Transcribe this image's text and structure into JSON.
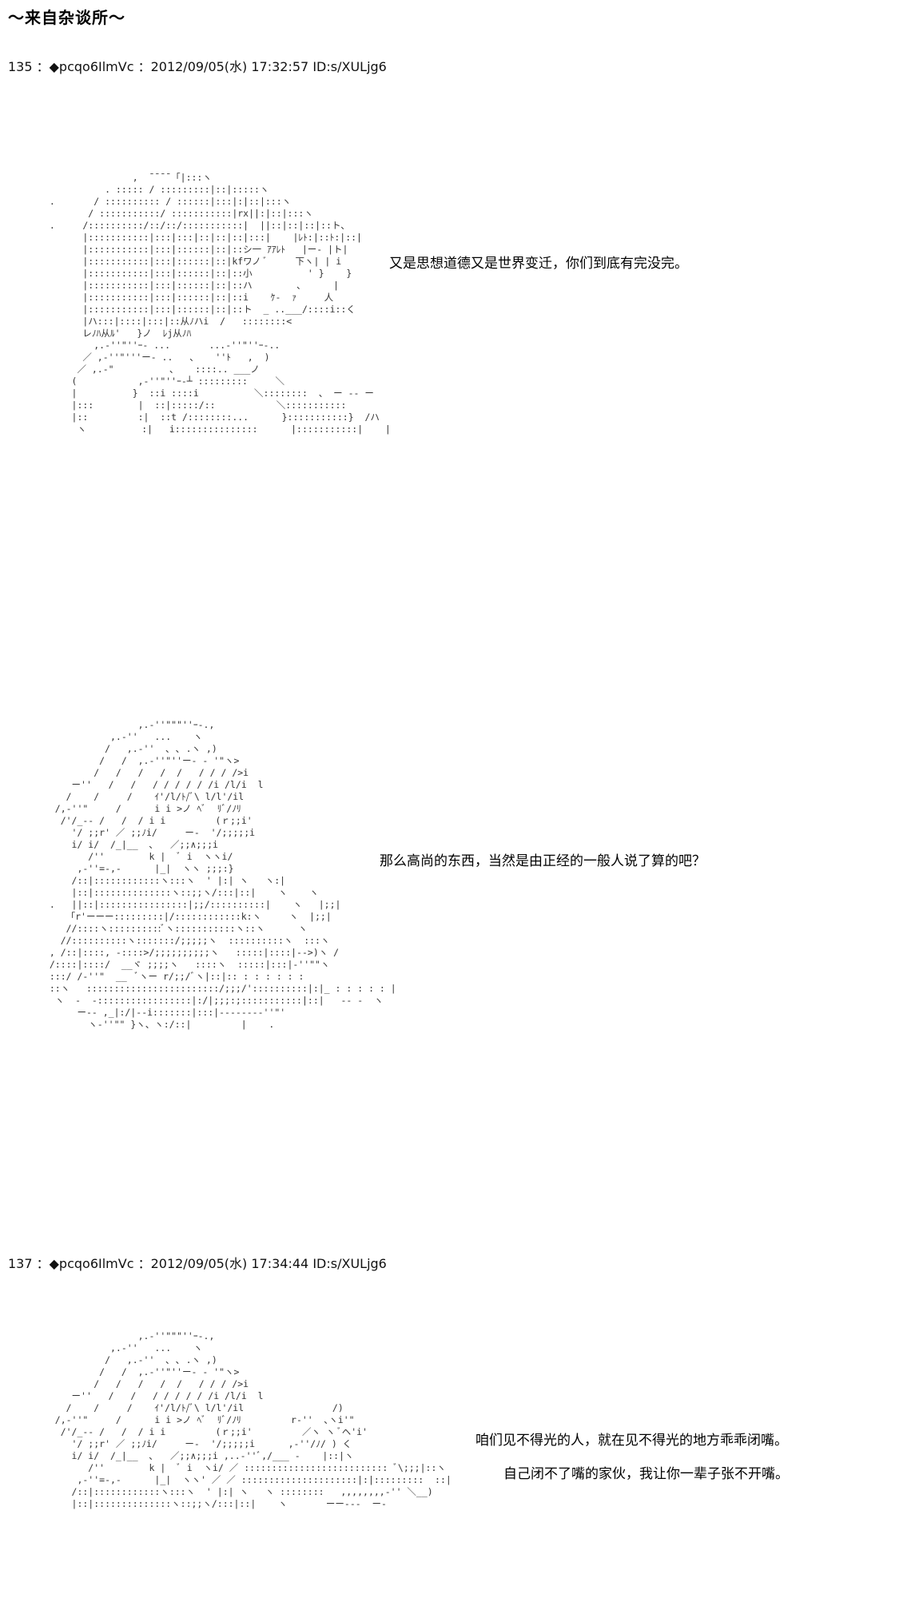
{
  "header": {
    "title": "～来自杂谈所～"
  },
  "posts": [
    {
      "header": "135 ：◆pcqo6IlmVc ：2012/09/05(水) 17:32:57 ID:s/XULjg6",
      "art": [
        "                 ,  ̄ ̄ ̄ ̄ 「|:::ヽ",
        "            . ::::: / :::::::::|::|:::::ヽ",
        "  .       / :::::::::: / ::::::|:::|:|::|:::ヽ",
        "         / :::::::::::/ :::::::::::|rx||:|::|:::ヽ",
        "  .     /::::::::::/::/::/:::::::::::|  ||::|::|::|::ト、",
        "        |:::::::::::|:::|:::|::|::|::|:::|    |ﾚﾄ:|::ﾄ:|::|",
        "        |:::::::::::|:::|::::::|::|::シ一 ｱｱﾚﾄ   |ー- |ト|",
        "        |:::::::::::|:::|::::::|::|kfワノ ﾞ     下ヽ| | i",
        "        |:::::::::::|:::|::::::|::|::小          ' }    }",
        "        |:::::::::::|:::|::::::|::|::ハ        、     |",
        "        |:::::::::::|:::|::::::|::|::i    ｹ-  ｧ     人",
        "        |:::::::::::|:::|::::::|::|::ト  _ ..___/::::i::く",
        "        |ハ:::|::::|:::|::从ﾉハi  /   ::::::::<",
        "        レﾉﾊ从ﾙ'   }ノ  ﾚj从ﾉﾊ",
        "          ,.-''\"''ｰ- ...       ...-''\"''ｰ-..",
        "        ／ ,-''\"'''ー- ..   、   ''ﾄ   ,  )",
        "       ／ ,.-\"          、   ::::.. ___ノ",
        "      (           ,-''\"''ｰ-┴ :::::::::     ＼",
        "      |          }  ::i ::::i          ＼::::::::  、 ー -- ー",
        "      |:::        |  ::|:::::/::           ＼:::::::::::",
        "      |::         :|  ::t /::::::::...      }:::::::::::}  /ハ",
        "       ヽ          :|   i:::::::::::::::      |:::::::::::|    |"
      ],
      "dialogue": "又是思想道德又是世界变迁，你们到底有完没完。"
    },
    {
      "header": "",
      "art": [
        "                  ,.-''\"\"\"''ｰ-.,",
        "             ,.-''   ...    ヽ",
        "            /   ,.-''  ､ ､ .ヽ ,)",
        "           /   /  ,.-''\"''ー- ‐ '\"ヽ>",
        "          /   /   /   /  /   / / / />i",
        "      ー''   /   /   / / / / / /i /l/i  l",
        "     /    /     /    ｲ'/l/ﾄ/ﾞ\\ l/l'/il",
        "   /,-''\"     /      i i >ノ ﾍﾞ  ﾘﾞ/ﾉﾘ",
        "    /'/_-- /   /  / i i         (ｒ;;i'",
        "      '/ ;;r' ／ ;;ﾉi/     ー-  '/;;;;;i",
        "      i/ i/  /_|__  ､   ／;;∧;;;i",
        "         /''        k |  ﾞ i  ヽヽi/",
        "       ,-''=-,-      |_|  ヽヽ ;;;:}",
        "      /::|::::::::::::ヽ:::ヽ  ' |:| ヽ   ヽ:|",
        "      |::|::::::::::::::ヽ::;;ヽ/:::|::|    ヽ    ヽ",
        "  .   ||::|::::::::::::::::|;;/::::::::::|    ヽ   |;;|",
        "     「r'ーーー:::::::::|/::::::::::::k:ヽ     ヽ  |;;|",
        "     //::::ヽ::::::::::ﾞヽ:::::::::::ヽ::ヽ      ヽ",
        "    //::::::::::ヽ:::::::/;;;;;ヽ  ::::::::::ヽ  :::ヽ",
        "  , /::|::::, -::::>/;;;;;;;;;;ヽ   :::::|::::|-->)ヽ /",
        "  /::::|::::/  __ヾ ;;;;ヽ   ::::ヽ  :::::|:::|-''\"\"ヽ",
        "  :::/ /-''\"  __  ﾞヽー r/;;/ﾞヽ|::|:: : : : : : :",
        "  ::ヽ   ::::::::::::::::::::::::/;;;/'::::::::::|:|_ : : : : : |",
        "   ヽ  -  -:::::::::::::::::|:/|;;;:;:::::::::::|::|   -- -  ヽ",
        "       ー-- ,_|:/|--i:::::::|:::|--------''\"'",
        "         ヽ-''\"\" }ヽ、ヽ:/::|         |    ."
      ],
      "dialogue": "那么高尚的东西，当然是由正经的一般人说了算的吧？"
    },
    {
      "header": "137 ：◆pcqo6IlmVc ：2012/09/05(水) 17:34:44 ID:s/XULjg6",
      "art": [
        "                  ,.-''\"\"\"''ｰ-.,",
        "             ,.-''   ...    ヽ",
        "            /   ,.-''  ､ ､ .ヽ ,)",
        "           /   /  ,.-''\"''ー- ‐ '\"ヽ>",
        "          /   /   /   /  /   / / / />i",
        "      ー''   /   /   / / / / / /i /l/i  l",
        "     /    /     /    ｲ'/l/ﾄ/ﾞ\\ l/l'/il                /)",
        "   /,-''\"     /      i i >ノ ﾍﾞ  ﾘﾞ/ﾉﾘ         r-''  ､ヽi'\"",
        "    /'/_-- /   /  / i i         (ｒ;;i'         ／ヽ ヽ ﾞヘ'i'",
        "      '/ ;;r' ／ ;;ﾉi/     ー-  '/;;;;;i      ,-''/ﾉ/ ) く",
        "      i/ i/  /_|__  ､   ／;;∧;;;i ,..-''ﾞ,/___ -    |::|ヽ",
        "         /''        k |  ﾞ i  ヽi/ ／ :::::::::::::::::::::::::: ﾞ\\;;;|::ヽ",
        "       ,-''=-,-      |_|  ヽヽ' ／ ／ :::::::::::::::::::::|:|:::::::::  ::|",
        "      /::|::::::::::::ヽ:::ヽ  ' |:| ヽ   ヽ ::::::::   ,,,,,,,,-'' ＼__)",
        "      |::|::::::::::::::ヽ::;;ヽ/:::|::|    ヽ       ーー---  ー-"
      ],
      "dialogue": "咱们见不得光的人，就在见不得光的地方乖乖闭嘴。",
      "dialogue2": "自己闭不了嘴的家伙，我让你一辈子张不开嘴。"
    }
  ]
}
